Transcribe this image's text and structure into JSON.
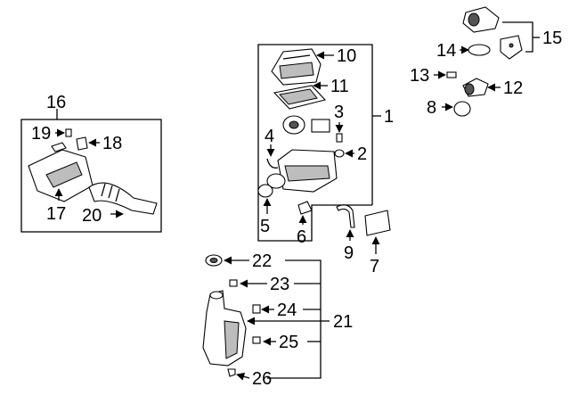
{
  "callouts": {
    "c1": "1",
    "c2": "2",
    "c3": "3",
    "c4": "4",
    "c5": "5",
    "c6": "6",
    "c7": "7",
    "c8": "8",
    "c9": "9",
    "c10": "10",
    "c11": "11",
    "c12": "12",
    "c13": "13",
    "c14": "14",
    "c15": "15",
    "c16": "16",
    "c17": "17",
    "c18": "18",
    "c19": "19",
    "c20": "20",
    "c21": "21",
    "c22": "22",
    "c23": "23",
    "c24": "24",
    "c25": "25",
    "c26": "26"
  },
  "colors": {
    "line": "#000000",
    "shade": "#bdbdbd",
    "background": "#ffffff"
  }
}
